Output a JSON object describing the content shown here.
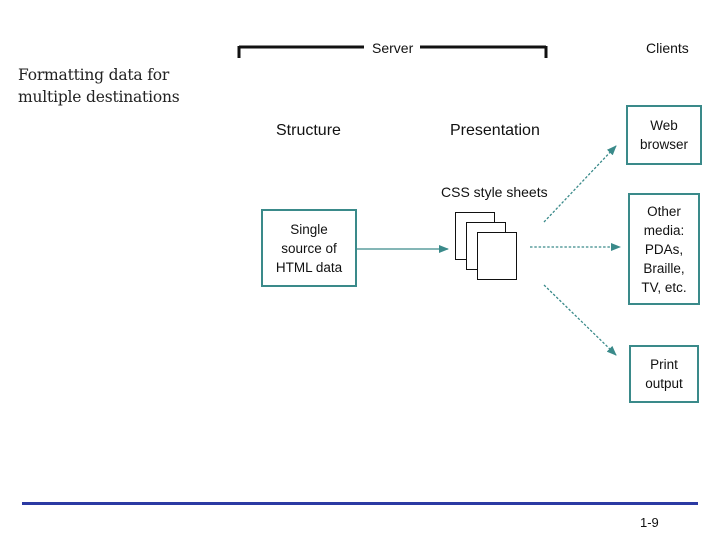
{
  "slide": {
    "title_line1": "Formatting data for",
    "title_line2": "multiple destinations",
    "page_number": "1-9"
  },
  "diagram": {
    "server_label": "Server",
    "clients_label": "Clients",
    "structure_label": "Structure",
    "presentation_label": "Presentation",
    "css_label": "CSS style sheets",
    "source_box": {
      "line1": "Single",
      "line2": "source of",
      "line3": "HTML data"
    },
    "client_boxes": [
      {
        "line1": "Web",
        "line2": "browser"
      },
      {
        "line1": "Other",
        "line2": "media:",
        "line3": "PDAs,",
        "line4": "Braille,",
        "line5": "TV, etc."
      },
      {
        "line1": "Print",
        "line2": "output"
      }
    ],
    "colors": {
      "box_border": "#3a8a8a",
      "arrow": "#3a8a8a",
      "footer_rule": "#2b3aa3"
    }
  }
}
